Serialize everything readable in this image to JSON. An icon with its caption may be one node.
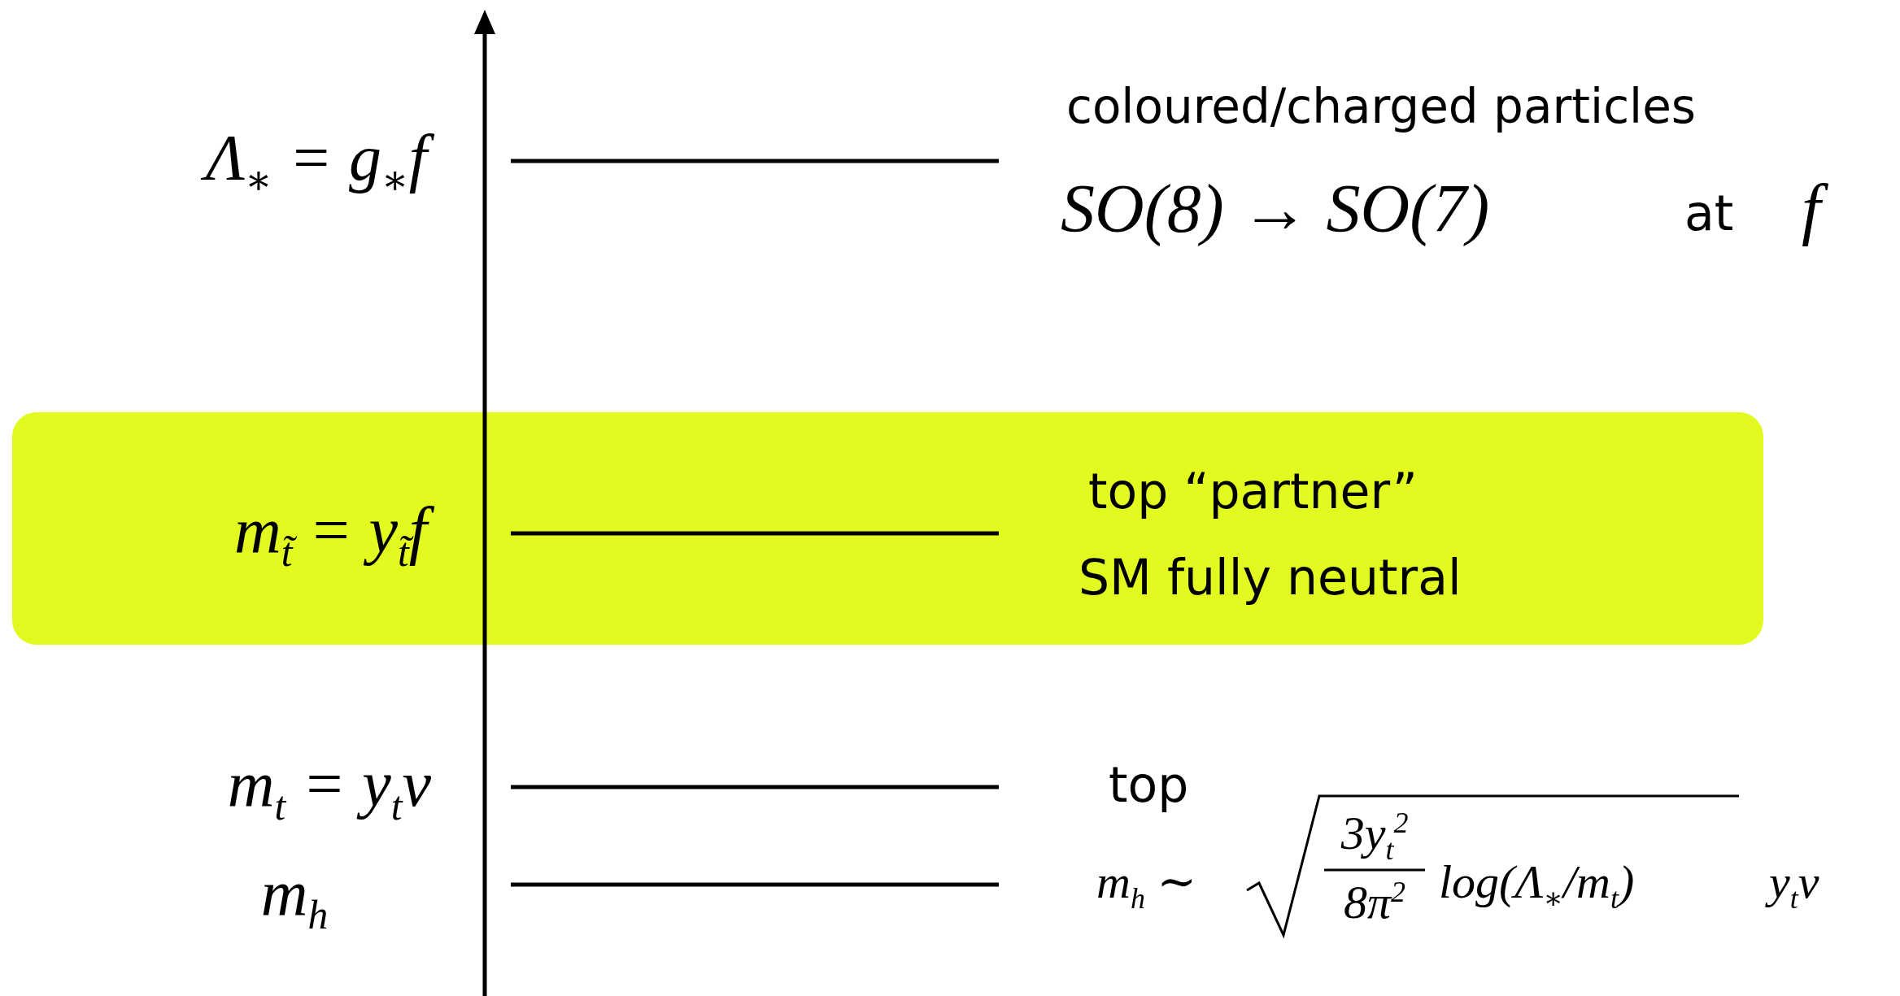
{
  "diagram": {
    "nodes": [
      {
        "text": [
          "top “partner”",
          "SM fully neutral"
        ]
      }
    ],
    "labels": [
      "Λ$_{∗}$ = g$_{∗}$f",
      "coloured/charged particles",
      "SO(8) → SO(7)",
      "at",
      "f",
      "m$_{t̃}$ = y$_{t̃}$f",
      "m$_{t}$ = y$_{t}$v",
      "top",
      "m$_{h}$",
      "m$_{h}$ ∼",
      "3y$_{t}$$^{2}$",
      "8π$^{2}$",
      "log(Λ$_{∗}$/m$_{t}$)",
      "y$_{t}$v"
    ]
  }
}
